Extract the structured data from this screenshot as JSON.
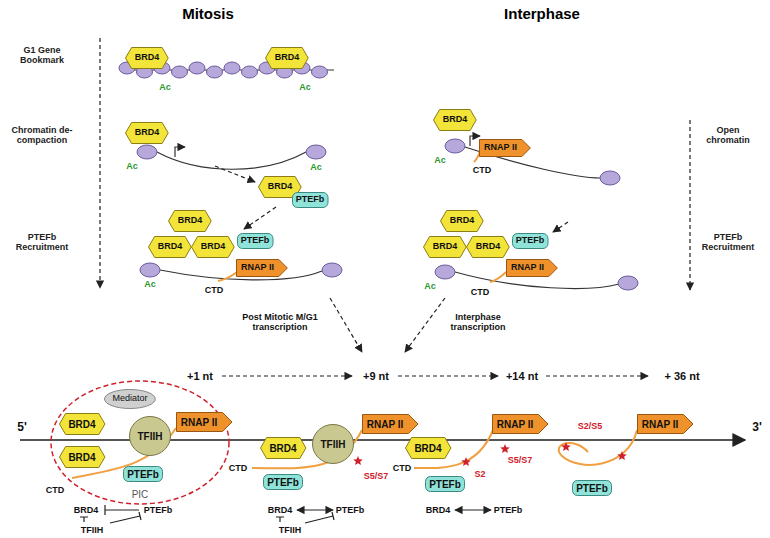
{
  "diagram": {
    "nodes": [
      {
        "text": [
          "BRD4"
        ]
      },
      {
        "text": [
          "BRD4"
        ]
      },
      {
        "text": [
          "BRD4"
        ]
      },
      {
        "text": [
          "BRD4"
        ]
      },
      {
        "text": [
          "PTEFb"
        ]
      },
      {
        "text": [
          "BRD4"
        ]
      },
      {
        "text": [
          "BRD4"
        ]
      },
      {
        "text": [
          "BRD4"
        ]
      },
      {
        "text": [
          "PTEFb"
        ]
      },
      {
        "text": [
          "RNAP II"
        ]
      },
      {
        "text": [
          "BRD4"
        ]
      },
      {
        "text": [
          "RNAP II"
        ]
      },
      {
        "text": [
          "BRD4"
        ]
      },
      {
        "text": [
          "BRD4"
        ]
      },
      {
        "text": [
          "BRD4"
        ]
      },
      {
        "text": [
          "PTEFb"
        ]
      },
      {
        "text": [
          "RNAP II"
        ]
      },
      {
        "text": [
          "PIC"
        ]
      },
      {
        "text": [
          "BRD4"
        ],
        "in": 17
      },
      {
        "text": [
          "BRD4"
        ],
        "in": 17
      },
      {
        "text": [
          "Mediator"
        ],
        "in": 17
      },
      {
        "text": [
          "TFIIH"
        ],
        "in": 17
      },
      {
        "text": [
          "PTEFb"
        ],
        "in": 17
      },
      {
        "text": [
          "RNAP II"
        ]
      },
      {
        "text": [
          "BRD4"
        ]
      },
      {
        "text": [
          "TFIIH"
        ]
      },
      {
        "text": [
          "RNAP II"
        ]
      },
      {
        "text": [
          "PTEFb"
        ]
      },
      {
        "text": [
          "BRD4"
        ]
      },
      {
        "text": [
          "RNAP II"
        ]
      },
      {
        "text": [
          "PTEFb"
        ]
      },
      {
        "text": [
          "RNAP II"
        ]
      },
      {
        "text": [
          "PTEFb"
        ]
      }
    ],
    "labels": [
      "Mitosis",
      "Interphase",
      "G1 Gene Bookmark",
      "Chromatin de-compaction",
      "PTEFb Recruitment",
      "Open chromatin",
      "PTEFb Recruitment",
      "Ac",
      "Ac",
      "Ac",
      "Ac",
      "Ac",
      "CTD",
      "Ac",
      "CTD",
      "Ac",
      "CTD",
      "Post Mitotic M/G1 transcription",
      "Interphase transcription",
      "+1 nt",
      "+9 nt",
      "+14 nt",
      "+ 36 nt",
      "5'",
      "3'",
      "CTD",
      "S5/S7",
      "CTD",
      "S2",
      "S5/S7",
      "CTD",
      "S2/S5",
      "BRD4",
      "PTEFb",
      "TFIIH",
      "BRD4",
      "PTEFb",
      "TFIIH",
      "BRD4",
      "PTEFb"
    ]
  }
}
